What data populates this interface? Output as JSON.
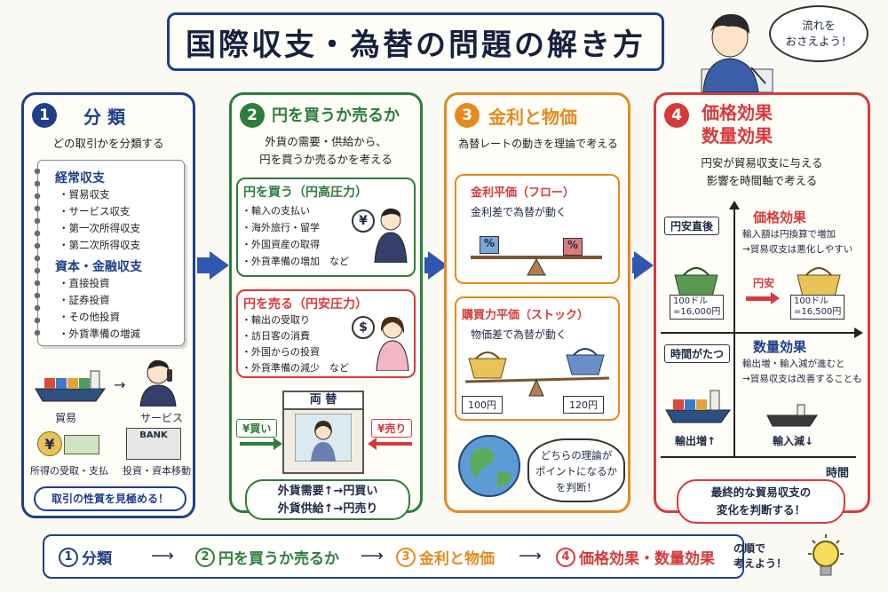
{
  "title": "国際収支・為替の問題の解き方",
  "speech_top": "流れを\nおさえよう！",
  "panel1": {
    "num": "1",
    "heading": "分 類",
    "sub": "どの取引かを分類する",
    "current_title": "経常収支",
    "current_items": [
      "・貿易収支",
      "・サービス収支",
      "・第一次所得収支",
      "・第二次所得収支"
    ],
    "capital_title": "資本・金融収支",
    "capital_items": [
      "・直接投資",
      "・証券投資",
      "・その他投資",
      "・外貨準備の増減"
    ],
    "icons": [
      "貿易",
      "サービス",
      "所得の受取・支払",
      "投資・資本移動"
    ],
    "yen_mark": "¥",
    "bank_label": "BANK",
    "bubble": "取引の性質を見極める！"
  },
  "panel2": {
    "num": "2",
    "heading": "円を買うか売るか",
    "sub": "外貨の需要・供給から、\n円を買うか売るかを考える",
    "buy_title": "円を買う（円高圧力）",
    "buy_items": [
      "・輸入の支払い",
      "・海外旅行・留学",
      "・外国資産の取得",
      "・外貨準備の増加　など"
    ],
    "sell_title": "円を売る（円安圧力）",
    "sell_items": [
      "・輸出の受取り",
      "・訪日客の消費",
      "・外国からの投資",
      "・外貨準備の減少　など"
    ],
    "yen_sign": "¥",
    "dollar_sign": "$",
    "exchange_sign": "両 替",
    "buy_tag": "¥買い",
    "sell_tag": "¥売り",
    "summary": [
      "外貨需要↑→円買い",
      "外貨供給↑→円売り"
    ]
  },
  "panel3": {
    "num": "3",
    "heading": "金利と物価",
    "sub": "為替レートの動きを理論で考える",
    "ir_title": "金利平価（フロー）",
    "ir_sub": "金利差で為替が動く",
    "pct": "%",
    "ppp_title": "購買力平価（ストック）",
    "ppp_sub": "物価差で為替が動く",
    "price_left": "100円",
    "price_right": "120円",
    "speech": "どちらの理論が\nポイントになるか\nを判断！"
  },
  "panel4": {
    "num": "4",
    "heading": "価格効果\n数量効果",
    "sub": "円安が貿易収支に与える\n影響を時間軸で考える",
    "tag_now": "円安直後",
    "price_title": "価格効果",
    "price_text": "輸入額は円換算で増加\n→貿易収支は悪化しやすい",
    "basket_left": "100ドル\n=16,000円",
    "yen_weak": "円安",
    "basket_right": "100ドル\n=16,500円",
    "tag_later": "時間がたつ",
    "qty_title": "数量効果",
    "qty_text": "輸出増・輸入減が進むと\n→貿易収支は改善することも",
    "export_label": "輸出増↑",
    "import_label": "輸入減↓",
    "time_label": "時間",
    "bubble": "最終的な貿易収支の\n変化を判断する！"
  },
  "bottom": {
    "steps": [
      "分類",
      "円を買うか売るか",
      "金利と物価",
      "価格効果・数量効果"
    ],
    "nums": [
      "1",
      "2",
      "3",
      "4"
    ],
    "tail": "の順で\n考えよう！"
  },
  "colors": {
    "blue": "#1f3f8a",
    "green": "#2f7d3b",
    "orange": "#e58a1f",
    "red": "#d63b3b"
  }
}
